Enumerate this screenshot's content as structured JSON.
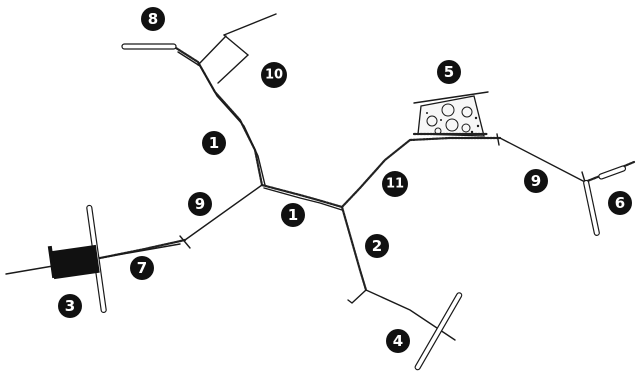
{
  "colors": {
    "ink": "#1a1a1a",
    "badge_fill": "#111111",
    "badge_text": "#ffffff",
    "background": "#ffffff"
  },
  "labels": {
    "l1_upper": "1",
    "l1_center": "1",
    "l2": "2",
    "l3": "3",
    "l4": "4",
    "l5": "5",
    "l6": "6",
    "l7": "7",
    "l8": "8",
    "l9_left": "9",
    "l9_right": "9",
    "l10": "10",
    "l11": "11"
  }
}
